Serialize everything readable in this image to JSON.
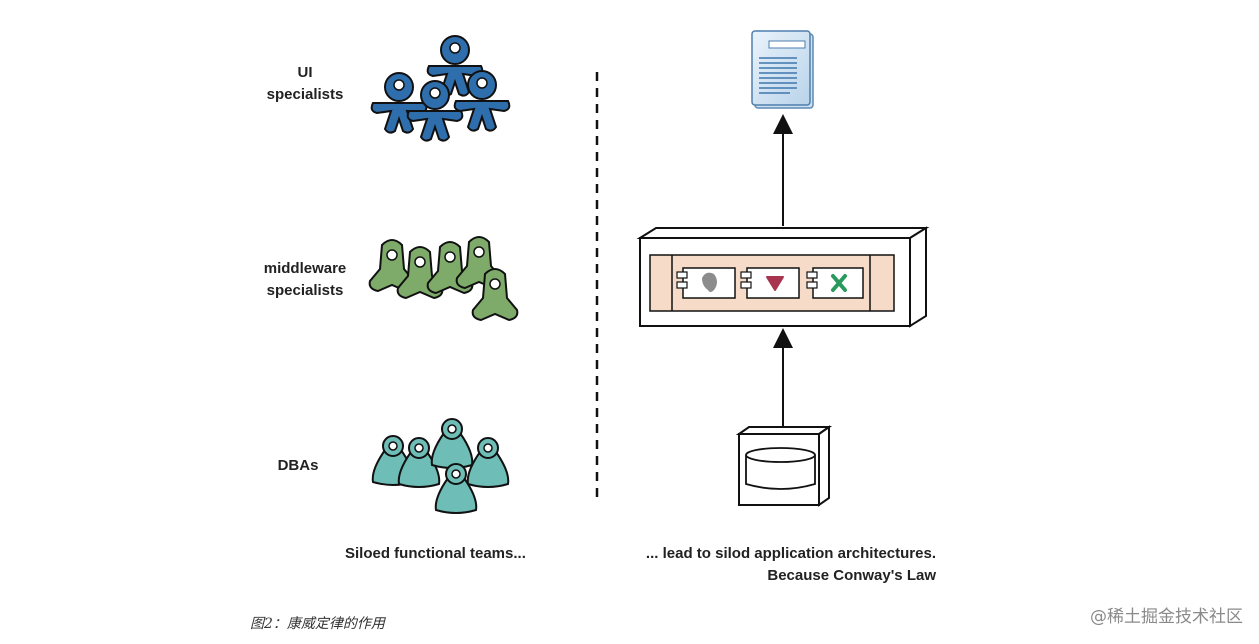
{
  "left": {
    "groups": [
      {
        "label_line1": "UI",
        "label_line2": "specialists",
        "color": "#2f6ead"
      },
      {
        "label_line1": "middleware",
        "label_line2": "specialists",
        "color": "#7fab6a"
      },
      {
        "label_line1": "DBAs",
        "label_line2": "",
        "color": "#6fbdb7"
      }
    ],
    "caption": "Siloed functional teams..."
  },
  "right": {
    "caption_line1": "... lead to silod application architectures.",
    "caption_line2": "Because Conway's Law",
    "component_colors": [
      "#8c8c8c",
      "#a8344f",
      "#2a9a5c"
    ],
    "panel_color": "#f6dcc8"
  },
  "figure_caption": "图2：康威定律的作用",
  "watermark": "@稀土掘金技术社区"
}
